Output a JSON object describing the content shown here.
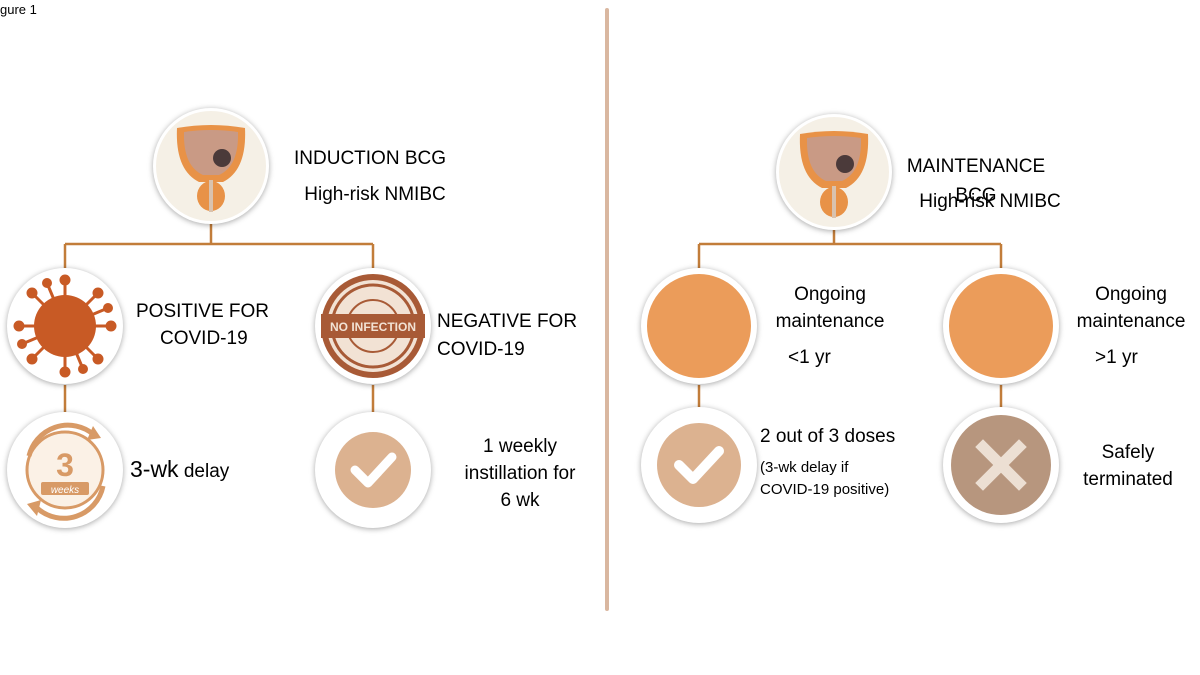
{
  "figure_label": "gure 1",
  "colors": {
    "connector": "#c27d3a",
    "divider": "#d9b7a0",
    "virus": "#c85a25",
    "stamp": "#a85a36",
    "orange_disc": "#eb9c5a",
    "check_disc": "#dcb290",
    "x_disc": "#b7967e",
    "bladder_outer": "#e89247",
    "bladder_inner": "#c99a85",
    "tumor": "#4b3a3a"
  },
  "induction": {
    "title": "INDUCTION BCG",
    "subtitle": "High-risk NMIBC",
    "positive_line1": "POSITIVE FOR",
    "positive_line2": "COVID-19",
    "negative_line1": "NEGATIVE FOR",
    "negative_line2": "COVID-19",
    "stamp_text": "NO INFECTION",
    "delay_number": "3",
    "delay_weeks_word": "weeks",
    "delay_big": "3-wk",
    "delay_small": " delay",
    "weekly_line1": "1 weekly",
    "weekly_line2": "instillation for",
    "weekly_line3": "6 wk"
  },
  "maintenance": {
    "title": "MAINTENANCE BCG",
    "subtitle": "High-risk NMIBC",
    "lt_line1": "Ongoing",
    "lt_line2": "maintenance",
    "lt_line3": "<1 yr",
    "gt_line1": "Ongoing",
    "gt_line2": "maintenance",
    "gt_line3": ">1 yr",
    "doses_line1": "2 out of 3 doses",
    "doses_note1": "(3-wk delay if",
    "doses_note2": "COVID-19 positive)",
    "term_line1": "Safely",
    "term_line2": "terminated"
  }
}
